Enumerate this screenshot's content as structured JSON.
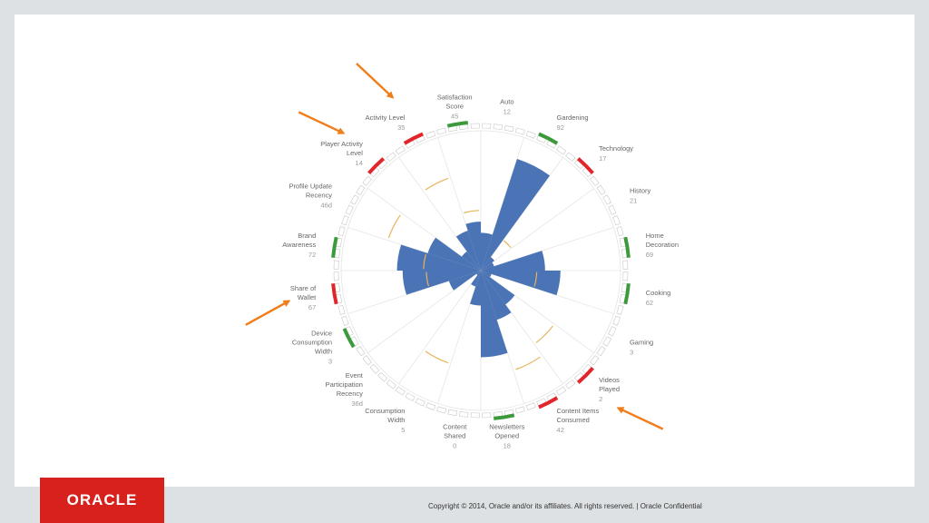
{
  "footer": {
    "logo_text": "ORACLE",
    "copyright": "Copyright © 2014, Oracle and/or its affiliates. All rights reserved.  |  Oracle Confidential"
  },
  "colors": {
    "petal": "#4a74b5",
    "threshold": "#e8b35a",
    "marker_green": "#3c9a3c",
    "marker_red": "#e0262b",
    "arrow": "#f07d1a"
  },
  "chart_data": {
    "type": "polar_bar",
    "value_max": 100,
    "segments": [
      {
        "label": [
          "Auto"
        ],
        "value_text": "12",
        "value": 27,
        "threshold": null,
        "marker": "none"
      },
      {
        "label": [
          "Gardening"
        ],
        "value_text": "92",
        "value": 84,
        "threshold": null,
        "marker": "green"
      },
      {
        "label": [
          "Technology"
        ],
        "value_text": "17",
        "value": 12,
        "threshold": 27,
        "marker": "red"
      },
      {
        "label": [
          "History"
        ],
        "value_text": "21",
        "value": 10,
        "threshold": null,
        "marker": "none"
      },
      {
        "label": [
          "Home",
          "Decoration"
        ],
        "value_text": "69",
        "value": 46,
        "threshold": null,
        "marker": "green"
      },
      {
        "label": [
          "Cooking"
        ],
        "value_text": "62",
        "value": 57,
        "threshold": 40,
        "marker": "green"
      },
      {
        "label": [
          "Gaming"
        ],
        "value_text": "3",
        "value": 8,
        "threshold": null,
        "marker": "none"
      },
      {
        "label": [
          "Videos",
          "Played"
        ],
        "value_text": "2",
        "value": 30,
        "threshold": 65,
        "marker": "red"
      },
      {
        "label": [
          "Content Items",
          "Consumed"
        ],
        "value_text": "42",
        "value": 37,
        "threshold": 75,
        "marker": "red"
      },
      {
        "label": [
          "Newsletters",
          "Opened"
        ],
        "value_text": "18",
        "value": 62,
        "threshold": null,
        "marker": "green"
      },
      {
        "label": [
          "Content",
          "Shared"
        ],
        "value_text": "0",
        "value": 25,
        "threshold": null,
        "marker": "none"
      },
      {
        "label": [
          "Consumption",
          "Width"
        ],
        "value_text": "5",
        "value": 12,
        "threshold": 70,
        "marker": "none"
      },
      {
        "label": [
          "Event",
          "Participation",
          "Recency"
        ],
        "value_text": "36d",
        "value": 4,
        "threshold": null,
        "marker": "none"
      },
      {
        "label": [
          "Device",
          "Consumption",
          "Width"
        ],
        "value_text": "3",
        "value": 24,
        "threshold": null,
        "marker": "green"
      },
      {
        "label": [
          "Share of",
          "Wallet"
        ],
        "value_text": "67",
        "value": 56,
        "threshold": 39,
        "marker": "red"
      },
      {
        "label": [
          "Brand",
          "Awareness"
        ],
        "value_text": "72",
        "value": 60,
        "threshold": 41,
        "marker": "green"
      },
      {
        "label": [
          "Profile Update",
          "Recency"
        ],
        "value_text": "46d",
        "value": 40,
        "threshold": 70,
        "marker": "none"
      },
      {
        "label": [
          "Player Activity",
          "Level"
        ],
        "value_text": "14",
        "value": 17,
        "threshold": null,
        "marker": "red"
      },
      {
        "label": [
          "Activity Level"
        ],
        "value_text": "35",
        "value": 30,
        "threshold": 70,
        "marker": "red"
      },
      {
        "label": [
          "Satisfaction",
          "Score"
        ],
        "value_text": "45",
        "value": 35,
        "threshold": 43,
        "marker": "green"
      }
    ],
    "highlighted": [
      "Activity Level",
      "Player Activity Level",
      "Share of Wallet",
      "Videos Played"
    ]
  }
}
